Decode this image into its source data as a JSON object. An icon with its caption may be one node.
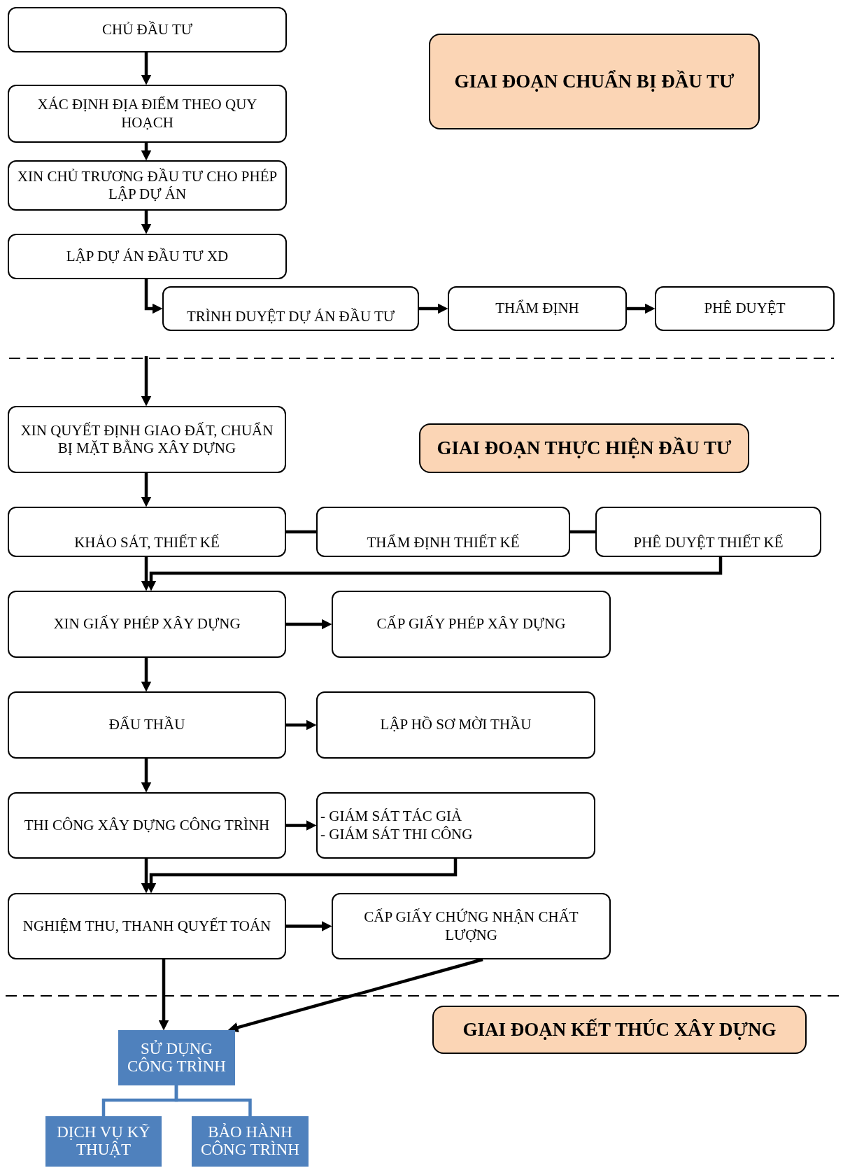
{
  "diagram": {
    "nodes": [
      {
        "text": [
          "CHỦ ĐẦU TƯ"
        ]
      },
      {
        "text": [
          "GIAI ĐOẠN CHUẨN BỊ ĐẦU TƯ"
        ]
      },
      {
        "text": [
          "XÁC ĐỊNH ĐỊA ĐIỂM THEO QUY HOẠCH"
        ]
      },
      {
        "text": [
          "XIN CHỦ TRƯƠNG ĐẦU TƯ CHO PHÉP LẬP DỰ ÁN"
        ]
      },
      {
        "text": [
          "LẬP DỰ ÁN ĐẦU TƯ XD"
        ]
      },
      {
        "text": [
          "TRÌNH DUYỆT DỰ ÁN ĐẦU TƯ"
        ]
      },
      {
        "text": [
          "THẨM ĐỊNH"
        ]
      },
      {
        "text": [
          "PHÊ DUYỆT"
        ]
      },
      {
        "text": [
          "XIN QUYẾT ĐỊNH GIAO ĐẤT, CHUẨN BỊ MẶT BẰNG XÂY DỰNG"
        ]
      },
      {
        "text": [
          "GIAI ĐOẠN THỰC HIỆN ĐẦU TƯ"
        ]
      },
      {
        "text": [
          "KHẢO SÁT, THIẾT KẾ"
        ]
      },
      {
        "text": [
          "THẨM ĐỊNH THIẾT KẾ"
        ]
      },
      {
        "text": [
          "PHÊ DUYỆT THIẾT KẾ"
        ]
      },
      {
        "text": [
          "XIN GIẤY PHÉP XÂY DỰNG"
        ]
      },
      {
        "text": [
          "CẤP GIẤY PHÉP XÂY DỰNG"
        ]
      },
      {
        "text": [
          "ĐẤU THẦU"
        ]
      },
      {
        "text": [
          "LẬP HỒ SƠ MỜI THẦU"
        ]
      },
      {
        "text": [
          "THI CÔNG XÂY DỰNG CÔNG TRÌNH"
        ]
      },
      {
        "text": [
          "- GIÁM SÁT TÁC GIẢ",
          "- GIÁM SÁT THI CÔNG"
        ]
      },
      {
        "text": [
          "NGHIỆM THU, THANH QUYẾT TOÁN"
        ]
      },
      {
        "text": [
          "CẤP GIẤY CHỨNG NHẬN CHẤT LƯỢNG"
        ]
      },
      {
        "text": [
          "GIAI ĐOẠN KẾT THÚC XÂY DỰNG"
        ]
      },
      {
        "text": [
          "SỬ DỤNG CÔNG TRÌNH"
        ]
      },
      {
        "text": [
          "DỊCH VỤ KỸ THUẬT"
        ]
      },
      {
        "text": [
          "BẢO HÀNH CÔNG TRÌNH"
        ]
      }
    ],
    "edges": [
      {
        "from": 0,
        "to": 2,
        "arrow": "to"
      },
      {
        "from": 2,
        "to": 3,
        "arrow": "to"
      },
      {
        "from": 3,
        "to": 4,
        "arrow": "to"
      },
      {
        "from": 4,
        "to": 5,
        "arrow": "to"
      },
      {
        "from": 5,
        "to": 6,
        "arrow": "to"
      },
      {
        "from": 6,
        "to": 7,
        "arrow": "to"
      },
      {
        "from": null,
        "to": 8,
        "arrow": "to"
      },
      {
        "from": 8,
        "to": 10,
        "arrow": "to"
      },
      {
        "from": 10,
        "to": 11,
        "arrow": "none"
      },
      {
        "from": 11,
        "to": 12,
        "arrow": "none"
      },
      {
        "from": 12,
        "to": 13,
        "arrow": "to"
      },
      {
        "from": 10,
        "to": 13,
        "arrow": "to"
      },
      {
        "from": 13,
        "to": 14,
        "arrow": "to"
      },
      {
        "from": 13,
        "to": 15,
        "arrow": "to"
      },
      {
        "from": 15,
        "to": 16,
        "arrow": "to"
      },
      {
        "from": 15,
        "to": 17,
        "arrow": "to"
      },
      {
        "from": 17,
        "to": 18,
        "arrow": "to"
      },
      {
        "from": 18,
        "to": 19,
        "arrow": "to"
      },
      {
        "from": 17,
        "to": 19,
        "arrow": "to"
      },
      {
        "from": 19,
        "to": 20,
        "arrow": "to"
      },
      {
        "from": 19,
        "to": 22,
        "arrow": "to"
      },
      {
        "from": 20,
        "to": 22,
        "arrow": "to"
      },
      {
        "from": 22,
        "to": 23,
        "arrow": "none",
        "color": "#4a7ebb"
      },
      {
        "from": 22,
        "to": 24,
        "arrow": "none",
        "color": "#4a7ebb"
      }
    ]
  }
}
